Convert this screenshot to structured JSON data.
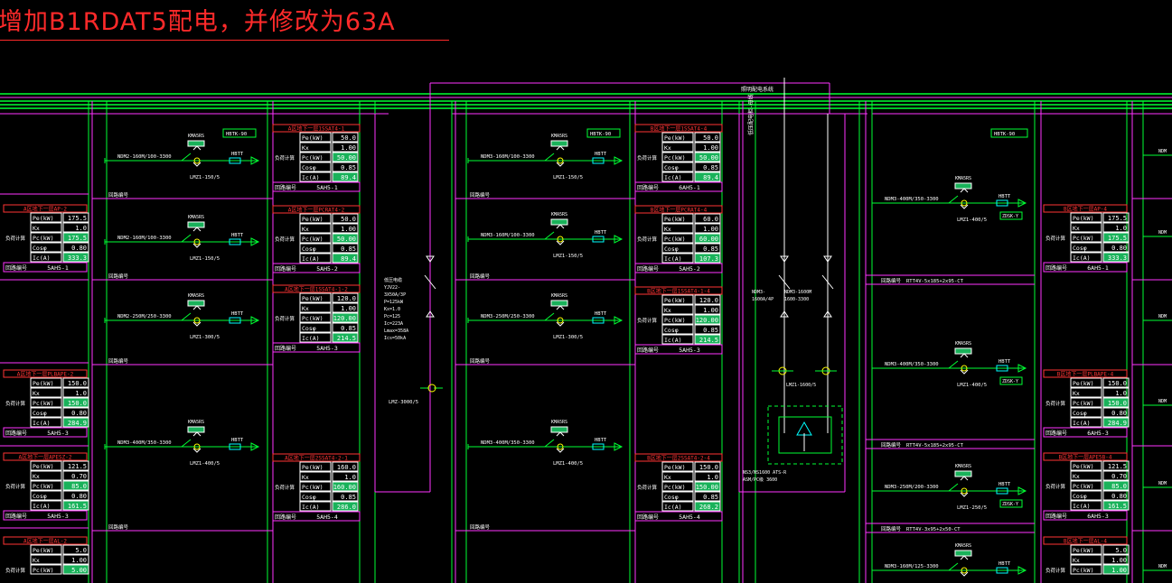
{
  "drawing": {
    "annotation": "增加B1RDAT5配电，并修改为63A",
    "colors": {
      "background": "#000000",
      "annotation": "#ff2a2a",
      "bus_green": "#00ff33",
      "magenta": "#ff33ff",
      "yellow": "#ffff00",
      "cyan": "#00ffff",
      "white": "#ffffff",
      "table_red": "#ff3333"
    },
    "top_label": "照明配电系统",
    "vertical_label": "低压配电柜-母线",
    "columns": [
      {
        "tables": [
          {
            "title": "A区地下一层AP-2",
            "rows": [
              [
                "Pe(kW)",
                "175.5"
              ],
              [
                "Kx",
                "1.0"
              ],
              [
                "Pc(kW)",
                "175.5"
              ],
              [
                "Cosφ",
                "0.80"
              ],
              [
                "Ic(A)",
                "333.3"
              ]
            ],
            "footer": [
              "回路编号",
              "5AH5-1"
            ]
          },
          {
            "title": "A区地下一层PLBAPE-2",
            "rows": [
              [
                "Pe(kW)",
                "150.0"
              ],
              [
                "Kx",
                "1.0"
              ],
              [
                "Pc(kW)",
                "150.0"
              ],
              [
                "Cosφ",
                "0.80"
              ],
              [
                "Ic(A)",
                "284.9"
              ]
            ],
            "footer": [
              "回路编号",
              "5AH5-3"
            ]
          },
          {
            "title": "A区地下一层APESZ-2",
            "rows": [
              [
                "Pe(kW)",
                "121.5"
              ],
              [
                "Kx",
                "0.70"
              ],
              [
                "Pc(kW)",
                "85.0"
              ],
              [
                "Cosφ",
                "0.80"
              ],
              [
                "Ic(A)",
                "161.5"
              ]
            ],
            "footer": [
              "回路编号",
              "5AH5-3"
            ]
          },
          {
            "title": "A区地下一层AL-2",
            "rows": [
              [
                "Pe(kW)",
                "5.0"
              ],
              [
                "Kx",
                "1.00"
              ],
              [
                "Pc(kW)",
                "5.00"
              ]
            ],
            "footer": [
              "",
              ""
            ]
          }
        ]
      },
      {
        "circuits": [
          {
            "breaker": "NDM2-160M/100-3300",
            "meter": "HBTT",
            "ct": "LMZ1-150/5",
            "tag": "KMA5RS"
          },
          {
            "breaker": "NDM2-160M/100-3300",
            "meter": "HBTT",
            "ct": "LMZ1-150/5",
            "tag": "KMA5RS"
          },
          {
            "breaker": "NDM2-250M/250-3300",
            "meter": "HBTT",
            "ct": "LMZ1-300/5",
            "tag": "KMA5RS"
          },
          {
            "breaker": "NDM3-400M/350-3300",
            "meter": "HBTT",
            "ct": "LMZ1-400/5",
            "tag": "KMA5RS"
          }
        ],
        "tag": "HBTK-90",
        "tables": [
          {
            "title": "A区地下一层1SSAT4-1",
            "rows": [
              [
                "Pe(kW)",
                "50.0"
              ],
              [
                "Kx",
                "1.00"
              ],
              [
                "Pc(kW)",
                "50.00"
              ],
              [
                "Cosφ",
                "0.85"
              ],
              [
                "Ic(A)",
                "89.4"
              ]
            ],
            "footer": [
              "回路编号",
              "5AH5-1"
            ]
          },
          {
            "title": "A区地下一层PCRAT4-2",
            "rows": [
              [
                "Pe(kW)",
                "50.0"
              ],
              [
                "Kx",
                "1.00"
              ],
              [
                "Pc(kW)",
                "50.00"
              ],
              [
                "Cosφ",
                "0.85"
              ],
              [
                "Ic(A)",
                "89.4"
              ]
            ],
            "footer": [
              "回路编号",
              "5AH5-2"
            ]
          },
          {
            "title": "A区地下一层1SSAT4-1-2",
            "rows": [
              [
                "Pe(kW)",
                "120.0"
              ],
              [
                "Kx",
                "1.00"
              ],
              [
                "Pc(kW)",
                "120.00"
              ],
              [
                "Cosφ",
                "0.85"
              ],
              [
                "Ic(A)",
                "214.5"
              ]
            ],
            "footer": [
              "回路编号",
              "5AH5-3"
            ]
          },
          {
            "title": "A区地下一层2SSAT4-2-1",
            "rows": [
              [
                "Pe(kW)",
                "160.0"
              ],
              [
                "Kx",
                "1.0"
              ],
              [
                "Pc(kW)",
                "160.00"
              ],
              [
                "Cosφ",
                "0.85"
              ],
              [
                "Ic(A)",
                "286.0"
              ]
            ],
            "footer": [
              "回路编号",
              "5AH5-4"
            ]
          }
        ]
      },
      {
        "riser": [
          "低压电缆",
          "YJV22-",
          "3X50A/3P",
          "P=125kW",
          "Kx=1.0",
          "Pc=125",
          "Ic=223A",
          "Lmax=358A",
          "Ics=50kA"
        ],
        "riser_label": "LMZ-3000/5"
      },
      {
        "circuits": [
          {
            "breaker": "NDM3-160M/100-3300",
            "meter": "HBTT",
            "ct": "LMZ1-150/5",
            "tag": "KMA5RS"
          },
          {
            "breaker": "NDM3-160M/100-3300",
            "meter": "HBTT",
            "ct": "LMZ1-150/5",
            "tag": "KMA5RS"
          },
          {
            "breaker": "NDM3-250M/250-3300",
            "meter": "HBTT",
            "ct": "LMZ1-300/5",
            "tag": "KMA5RS"
          },
          {
            "breaker": "NDM3-400M/350-3300",
            "meter": "HBTT",
            "ct": "LMZ1-400/5",
            "tag": "KMA5RS"
          }
        ],
        "tag": "HBTK-90",
        "tables": [
          {
            "title": "B区地下一层1SSAT4-4",
            "rows": [
              [
                "Pe(kW)",
                "50.0"
              ],
              [
                "Kx",
                "1.00"
              ],
              [
                "Pc(kW)",
                "50.00"
              ],
              [
                "Cosφ",
                "0.85"
              ],
              [
                "Ic(A)",
                "89.4"
              ]
            ],
            "footer": [
              "回路编号",
              "6AH5-1"
            ]
          },
          {
            "title": "B区地下一层PCRAT4-4",
            "rows": [
              [
                "Pe(kW)",
                "60.0"
              ],
              [
                "Kx",
                "1.00"
              ],
              [
                "Pc(kW)",
                "60.00"
              ],
              [
                "Cosφ",
                "0.85"
              ],
              [
                "Ic(A)",
                "107.3"
              ]
            ],
            "footer": [
              "回路编号",
              "5AH5-2"
            ]
          },
          {
            "title": "B区地下一层1SSAT4-1-4",
            "rows": [
              [
                "Pe(kW)",
                "120.0"
              ],
              [
                "Kx",
                "1.00"
              ],
              [
                "Pc(kW)",
                "120.00"
              ],
              [
                "Cosφ",
                "0.85"
              ],
              [
                "Ic(A)",
                "214.5"
              ]
            ],
            "footer": [
              "回路编号",
              "5AH5-3"
            ]
          },
          {
            "title": "B区地下一层2SSAT4-2-4",
            "rows": [
              [
                "Pe(kW)",
                "150.0"
              ],
              [
                "Kx",
                "1.0"
              ],
              [
                "Pc(kW)",
                "150.00"
              ],
              [
                "Cosφ",
                "0.85"
              ],
              [
                "Ic(A)",
                "268.2"
              ]
            ],
            "footer": [
              "回路编号",
              "5AH5-4"
            ]
          }
        ]
      },
      {
        "tie": [
          "NDM3-",
          "1600A/4P",
          "NDM3-1600M",
          "1600-3300"
        ],
        "tie_ct": "LMZ1-1600/5",
        "ats": "NS3/NS1600 ATS-R",
        "ats2": "ASM/PC级 3600"
      },
      {
        "circuits": [
          {
            "breaker": "NDM3-400M/350-3300",
            "meter": "HBTT",
            "ct": "LMZ1-400/5",
            "tag": "KMA5RS",
            "box": "ZDSK-Y"
          },
          {
            "breaker": "NDM3-400M/350-3300",
            "meter": "HBTT",
            "ct": "LMZ1-400/5",
            "tag": "KMA5RS",
            "box": "ZDSK-Y"
          },
          {
            "breaker": "NDM3-250M/200-3300",
            "meter": "HBTT",
            "ct": "LMZ1-250/5",
            "tag": "KMA5RS",
            "box": "ZDSK-Y"
          },
          {
            "breaker": "NDM3-160M/125-3300",
            "meter": "HBTT",
            "ct": "",
            "tag": "KMA5RS",
            "box": ""
          }
        ],
        "tag": "HBTK-90",
        "cables": [
          "RTT4V-5x185+2x95-CT",
          "RTT4V-5x185+2x95-CT",
          "RTT4V-3x95+2x50-CT"
        ]
      },
      {
        "tables": [
          {
            "title": "B区地下一层AP-4",
            "rows": [
              [
                "Pe(kW)",
                "175.5"
              ],
              [
                "Kx",
                "1.0"
              ],
              [
                "Pc(kW)",
                "175.5"
              ],
              [
                "Cosφ",
                "0.80"
              ],
              [
                "Ic(A)",
                "333.3"
              ]
            ],
            "footer": [
              "回路编号",
              "6AH5-1"
            ]
          },
          {
            "title": "B区地下一层PLBAPE-4",
            "rows": [
              [
                "Pe(kW)",
                "150.0"
              ],
              [
                "Kx",
                "1.0"
              ],
              [
                "Pc(kW)",
                "150.0"
              ],
              [
                "Cosφ",
                "0.80"
              ],
              [
                "Ic(A)",
                "284.9"
              ]
            ],
            "footer": [
              "回路编号",
              "6AH5-3"
            ]
          },
          {
            "title": "B区地下一层APE5B-4",
            "rows": [
              [
                "Pe(kW)",
                "121.5"
              ],
              [
                "Kx",
                "0.70"
              ],
              [
                "Pc(kW)",
                "85.0"
              ],
              [
                "Cosφ",
                "0.80"
              ],
              [
                "Ic(A)",
                "161.5"
              ]
            ],
            "footer": [
              "回路编号",
              "6AH5-3"
            ]
          },
          {
            "title": "B区地下一层AL-4",
            "rows": [
              [
                "Pe(kW)",
                "5.0"
              ],
              [
                "Kx",
                "1.00"
              ],
              [
                "Pc(kW)",
                "1.00"
              ]
            ],
            "footer": [
              "",
              ""
            ]
          }
        ]
      }
    ]
  }
}
